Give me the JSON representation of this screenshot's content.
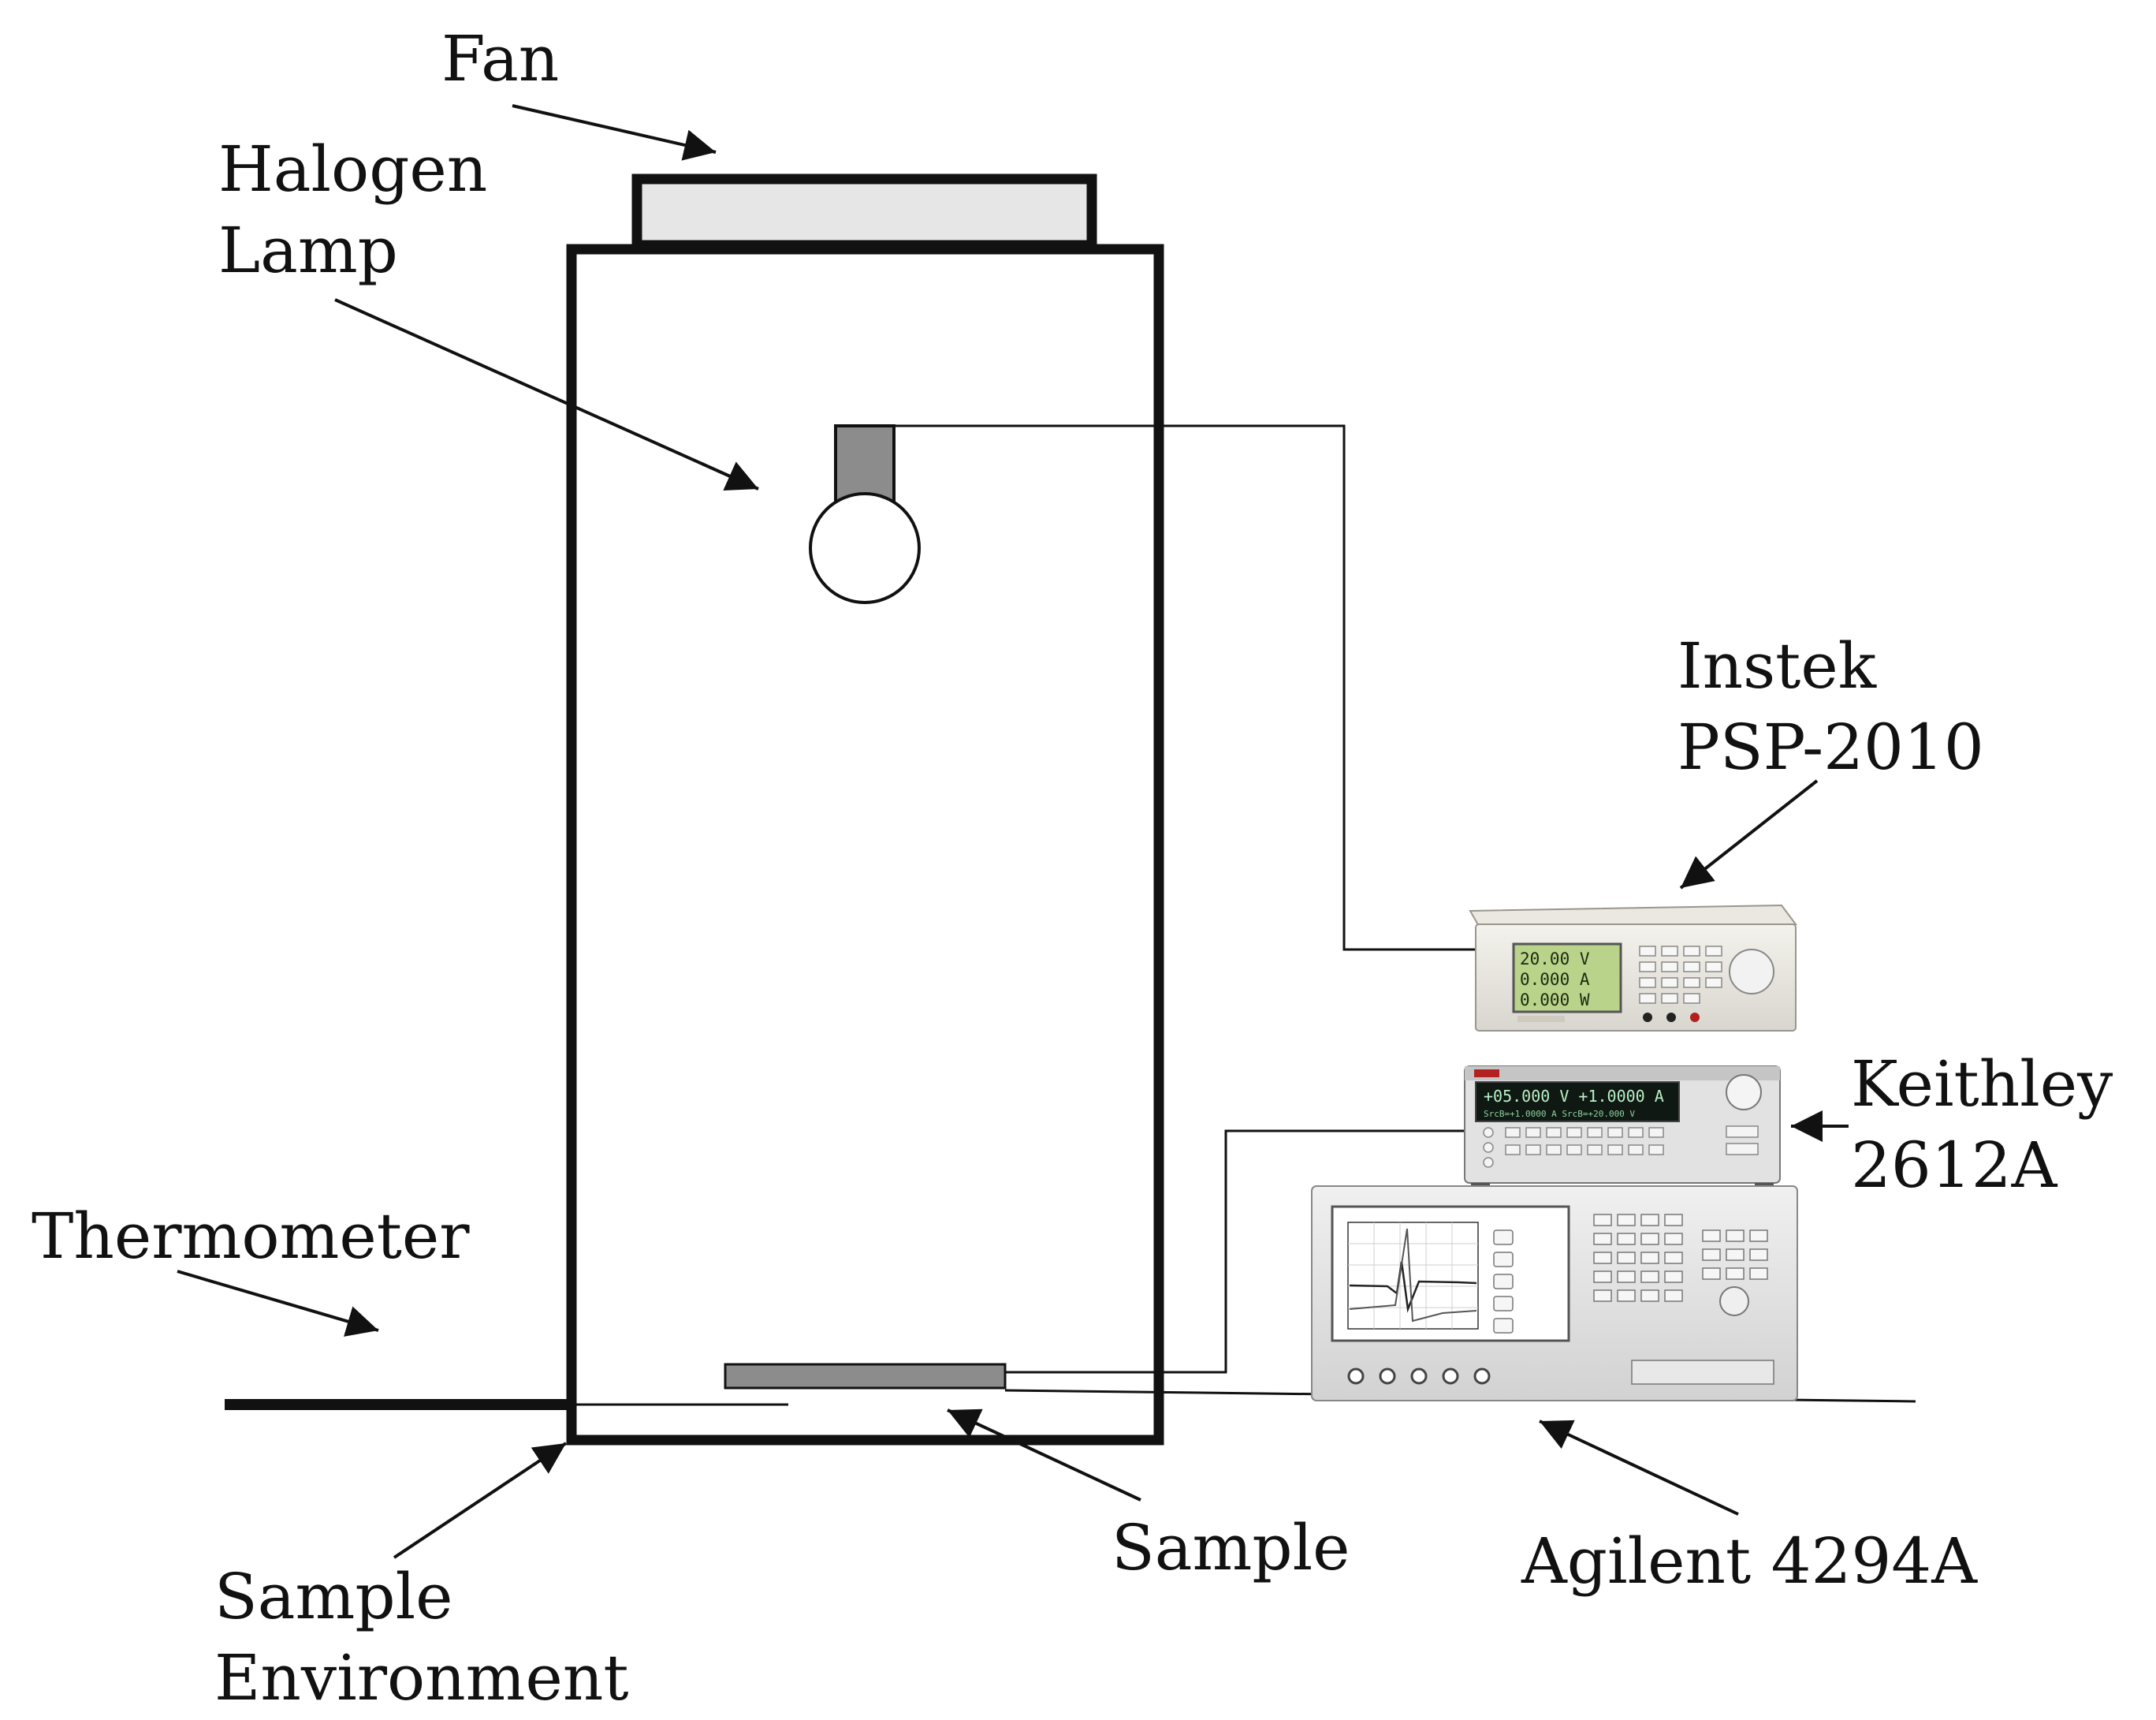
{
  "labels": {
    "fan": "Fan",
    "halogen_lamp_line1": "Halogen",
    "halogen_lamp_line2": "Lamp",
    "instek_line1": "Instek",
    "instek_line2": "PSP-2010",
    "keithley_line1": "Keithley",
    "keithley_line2": "2612A",
    "thermometer": "Thermometer",
    "sample": "Sample",
    "sample_env_line1": "Sample",
    "sample_env_line2": "Environment",
    "agilent": "Agilent 4294A"
  },
  "devices": {
    "instek_display": [
      "20.00 V",
      "0.000 A",
      "0.000 W"
    ],
    "keithley_display": "+05.000 V +1.0000 A",
    "keithley_sub": "SrcB=+1.0000 A  SrcB=+20.000 V"
  },
  "colors": {
    "line": "#111111",
    "fan_fill": "#e6e6e6",
    "lamp_base": "#8c8c8c",
    "sample_fill": "#8c8c8c"
  }
}
